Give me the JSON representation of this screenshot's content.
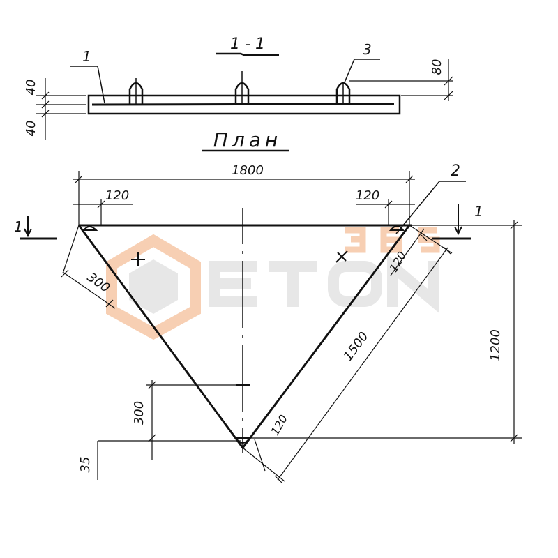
{
  "section": {
    "title": "1 - 1",
    "callout_plate": "1",
    "callout_loop": "3",
    "dim_loop_height": "80",
    "dim_top": "40",
    "dim_bottom": "40"
  },
  "plan": {
    "title": "План",
    "dim_width": "1800",
    "dim_left_offset": "120",
    "dim_right_offset": "120",
    "callout_corner": "2",
    "section_mark_left": "1",
    "section_mark_right": "1",
    "dim_height": "1200",
    "dim_side": "1500",
    "dim_side_offset": "120",
    "dim_left_300": "300",
    "dim_bottom_300": "300",
    "dim_bottom_offset": "120",
    "dim_35": "35"
  },
  "watermark": {
    "text": "ETON",
    "number": "365",
    "colors": {
      "orange": "#f6c7a6",
      "grey": "#e3e3e3"
    }
  }
}
